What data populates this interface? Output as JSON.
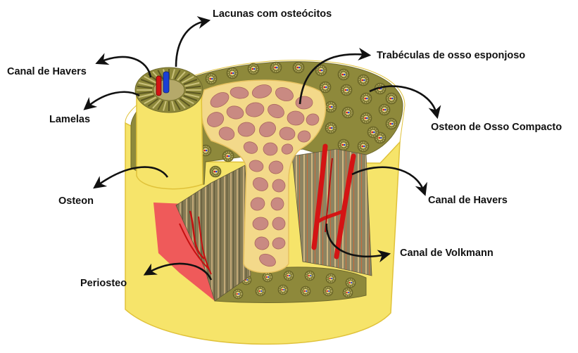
{
  "diagram": {
    "labels": {
      "lacunas": "Lacunas com osteócitos",
      "canal_havers_left": "Canal de Havers",
      "lamelas": "Lamelas",
      "osteon": "Osteon",
      "periosteo": "Periosteo",
      "trabeculas": "Trabéculas de osso esponjoso",
      "osteon_compacto": "Osteon de Osso Compacto",
      "canal_havers_right": "Canal de Havers",
      "canal_volkmann": "Canal de Volkmann"
    },
    "colors": {
      "periosteum": "#f5e267",
      "periosteum_edge": "#e3c63c",
      "compact_bone": "#8f8a3c",
      "compact_bone_dark": "#6f6a2c",
      "spongy_core": "#f3d98a",
      "trabecula": "#c98a82",
      "trabecula_edge": "#a9665f",
      "blood_red": "#d41414",
      "blood_blue": "#1a3fd6",
      "cut_face": "#8e8560",
      "cut_face_stripe": "#c9b07a",
      "pink_tissue": "#ef5a5a"
    }
  }
}
